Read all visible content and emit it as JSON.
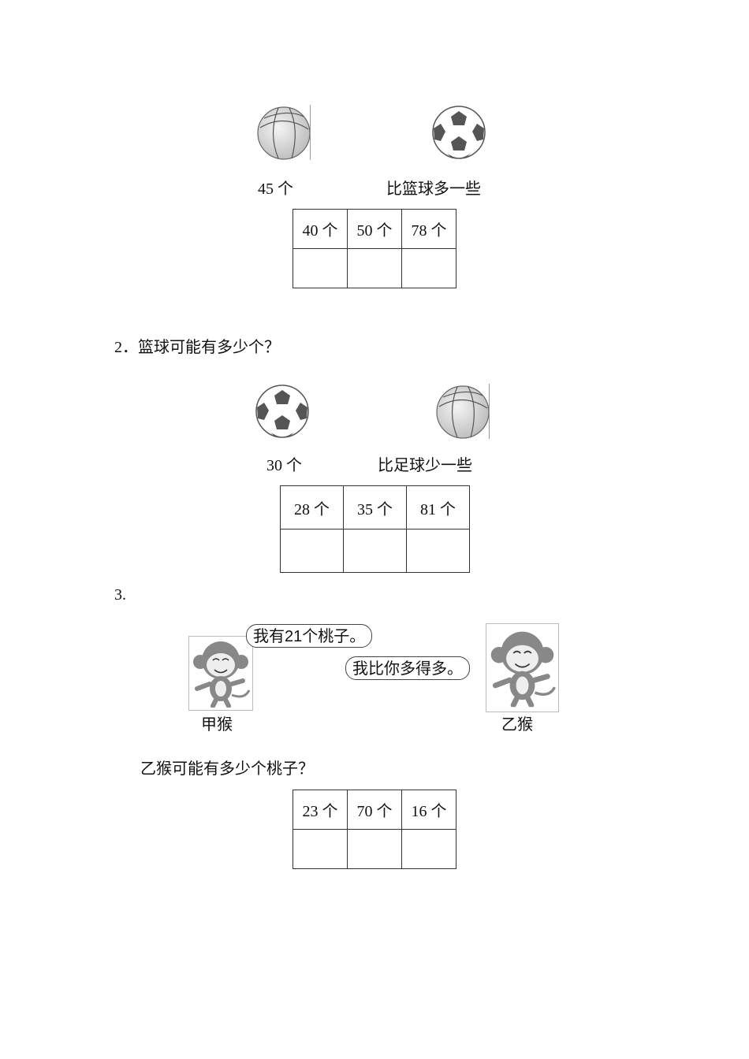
{
  "q1": {
    "left_count": "45 个",
    "right_desc": "比篮球多一些",
    "options": [
      "40 个",
      "50 个",
      "78 个"
    ]
  },
  "q2": {
    "question": "2．篮球可能有多少个？",
    "left_count": "30 个",
    "right_desc": "比足球少一些",
    "options": [
      "28 个",
      "35 个",
      "81 个"
    ]
  },
  "q3": {
    "number": "3.",
    "monkey_a_speech": "我有21个桃子。",
    "monkey_b_speech": "我比你多得多。",
    "monkey_a_label": "甲猴",
    "monkey_b_label": "乙猴",
    "question": "乙猴可能有多少个桃子？",
    "options": [
      "23 个",
      "70 个",
      "16 个"
    ]
  }
}
